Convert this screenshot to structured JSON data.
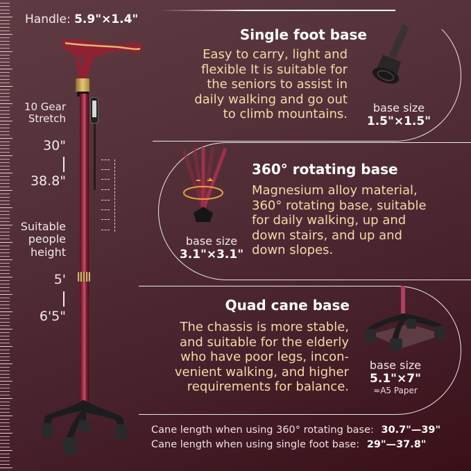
{
  "handle": {
    "label": "Handle:",
    "size": "5.9\"×1.4\""
  },
  "adjust": {
    "gear_label": "10 Gear\nStretch",
    "gear_line1": "10 Gear",
    "gear_line2": "Stretch",
    "min": "30\"",
    "max": "38.8\""
  },
  "people": {
    "label_line1": "Suitable",
    "label_line2": "people",
    "label_line3": "height",
    "min": "5'",
    "max": "6'5\""
  },
  "features": [
    {
      "title": "Single foot base",
      "body_lines": [
        "Easy to carry, light and",
        "flexible It is suitable for",
        "the seniors to assist in",
        "daily walking and go out",
        "to climb mountains."
      ],
      "size_label": "base size",
      "size_value": "1.5\"×1.5\""
    },
    {
      "title": "360° rotating base",
      "body_lines": [
        "Magnesium alloy material,",
        "360° rotating base, suitable",
        "for daily walking, up and",
        "down stairs, and up and",
        "down slopes."
      ],
      "size_label": "base size",
      "size_value": "3.1\"×3.1\""
    },
    {
      "title": "Quad cane base",
      "body_lines": [
        "The chassis is more stable,",
        "and suitable for the elderly",
        "who have poor legs, incon-",
        "venient walking, and higher",
        "requirements for balance."
      ],
      "size_label": "base size",
      "size_value": "5.1\"×7\"",
      "size_note": "≈A5 Paper"
    }
  ],
  "cane_length": [
    {
      "label": "Cane length when using 360° rotating base:",
      "value": "30.7\"—39\""
    },
    {
      "label": "Cane length when using single foot base:",
      "value": "29\"—37.8\""
    }
  ],
  "colors": {
    "background": "#55323a",
    "accent_text": "#f5d9a8",
    "cane": "#a0304a",
    "gold": "#e6c77a"
  }
}
